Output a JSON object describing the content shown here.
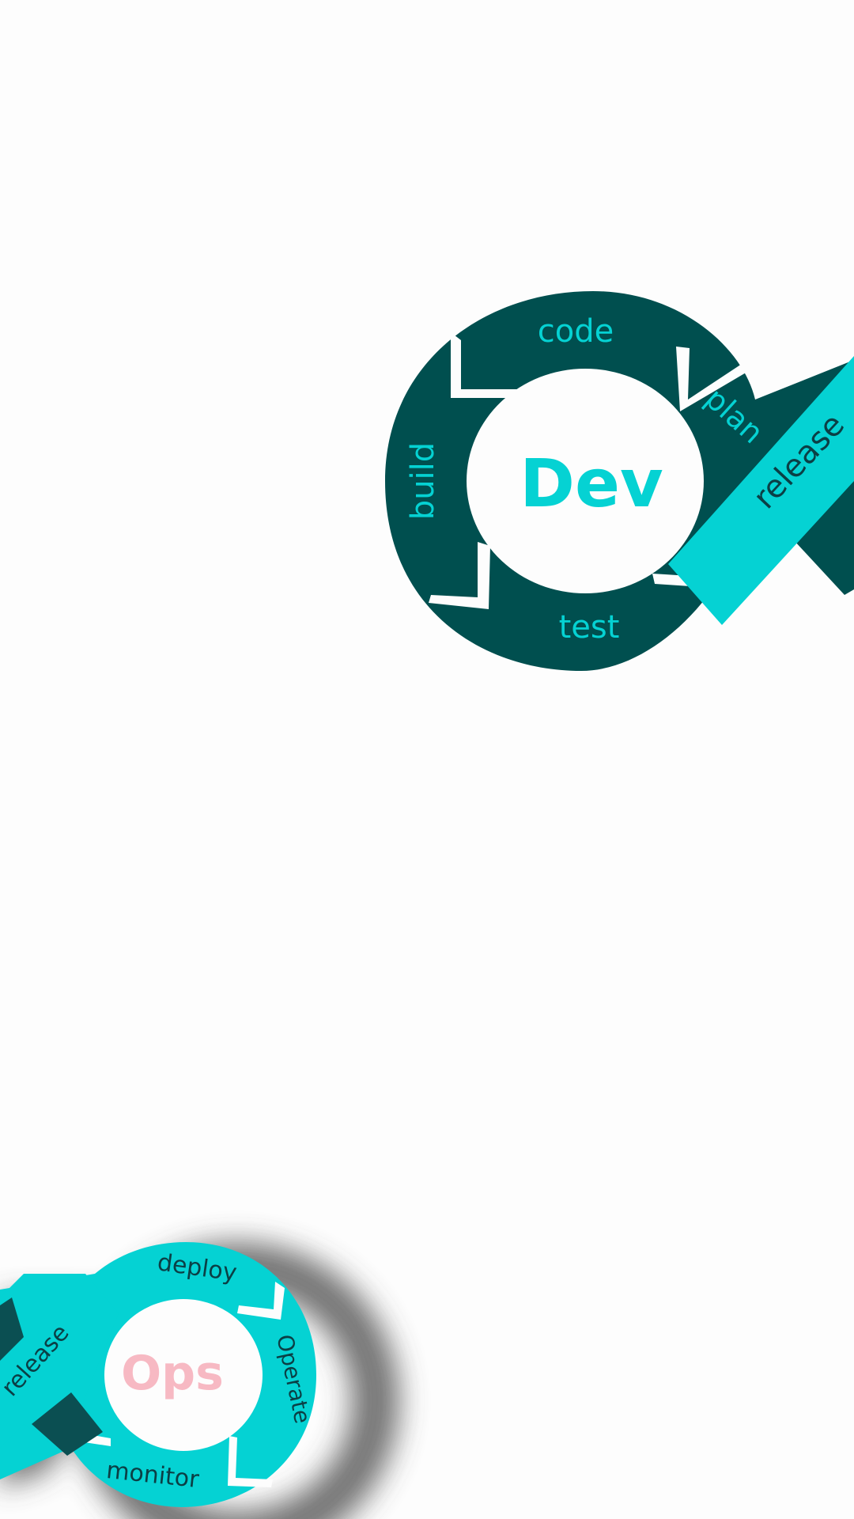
{
  "dev_cycle": {
    "center_label": "Dev",
    "segments": {
      "code": "code",
      "plan": "plan",
      "build": "build",
      "test": "test"
    },
    "ribbon_label": "release"
  },
  "ops_cycle": {
    "center_label": "Ops",
    "segments": {
      "deploy": "deploy",
      "operate": "Operate",
      "monitor": "monitor"
    },
    "ribbon_label": "release"
  },
  "colors": {
    "dev_ring": "#004f4f",
    "dev_accent": "#05d2d3",
    "ops_ring": "#05d2d3",
    "ops_text": "#0b3f45",
    "ops_center": "#f7b9c3",
    "background": "#fdfdfd"
  }
}
